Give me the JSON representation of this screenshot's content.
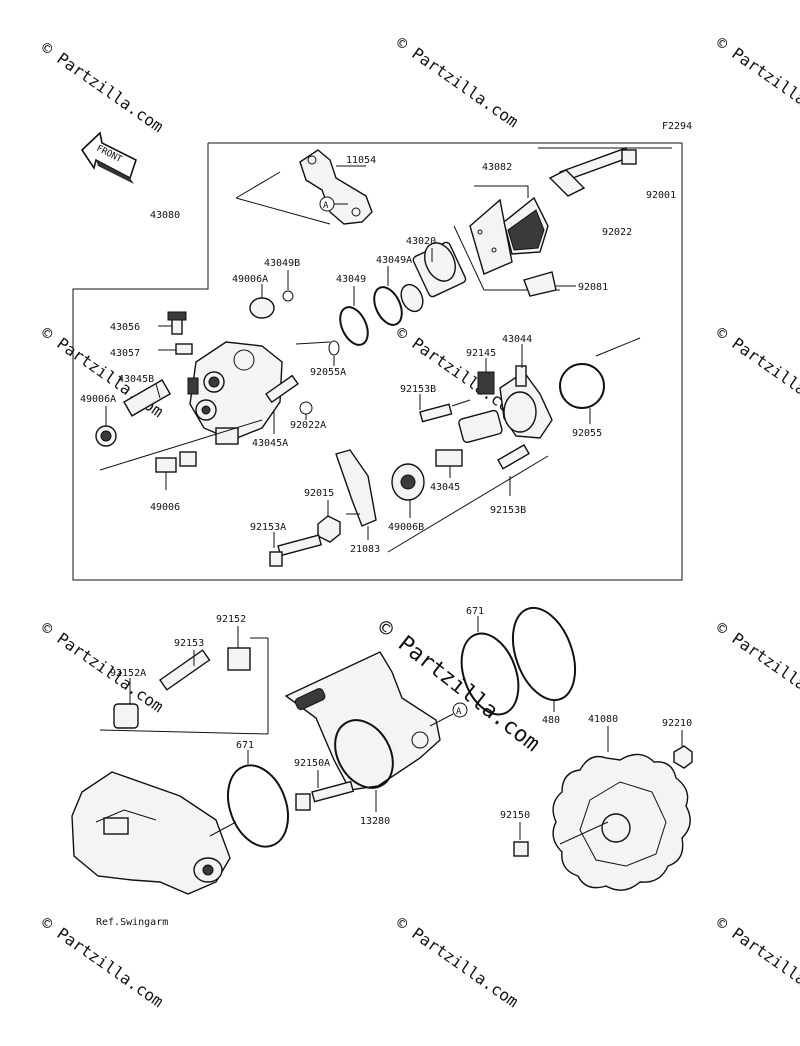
{
  "diagram": {
    "code": "F2294",
    "front_label": "FRONT",
    "ref_label": "Ref.Swingarm",
    "watermark": "© Partzilla.com",
    "watermark_small": "© Partzilla.com",
    "callout_a": "A",
    "parts": {
      "p11054": "11054",
      "p43080": "43080",
      "p43082": "43082",
      "p92001": "92001",
      "p92022": "92022",
      "p92081": "92081",
      "p43020": "43020",
      "p43049A": "43049A",
      "p43049": "43049",
      "p43049B": "43049B",
      "p49006A_top": "49006A",
      "p43056": "43056",
      "p43057": "43057",
      "p43045B": "43045B",
      "p49006A": "49006A",
      "p92055A": "92055A",
      "p92022A": "92022A",
      "p43045A": "43045A",
      "p49006": "49006",
      "p43044": "43044",
      "p92145": "92145",
      "p92153B_left": "92153B",
      "p92055": "92055",
      "p43045": "43045",
      "p92153B_right": "92153B",
      "p92015": "92015",
      "p49006B": "49006B",
      "p92153A": "92153A",
      "p21083": "21083",
      "p92152": "92152",
      "p92153": "92153",
      "p92152A": "92152A",
      "p671_top": "671",
      "p480": "480",
      "p41080": "41080",
      "p92210": "92210",
      "p671_left": "671",
      "p92150A": "92150A",
      "p13280": "13280",
      "p92150": "92150"
    }
  }
}
